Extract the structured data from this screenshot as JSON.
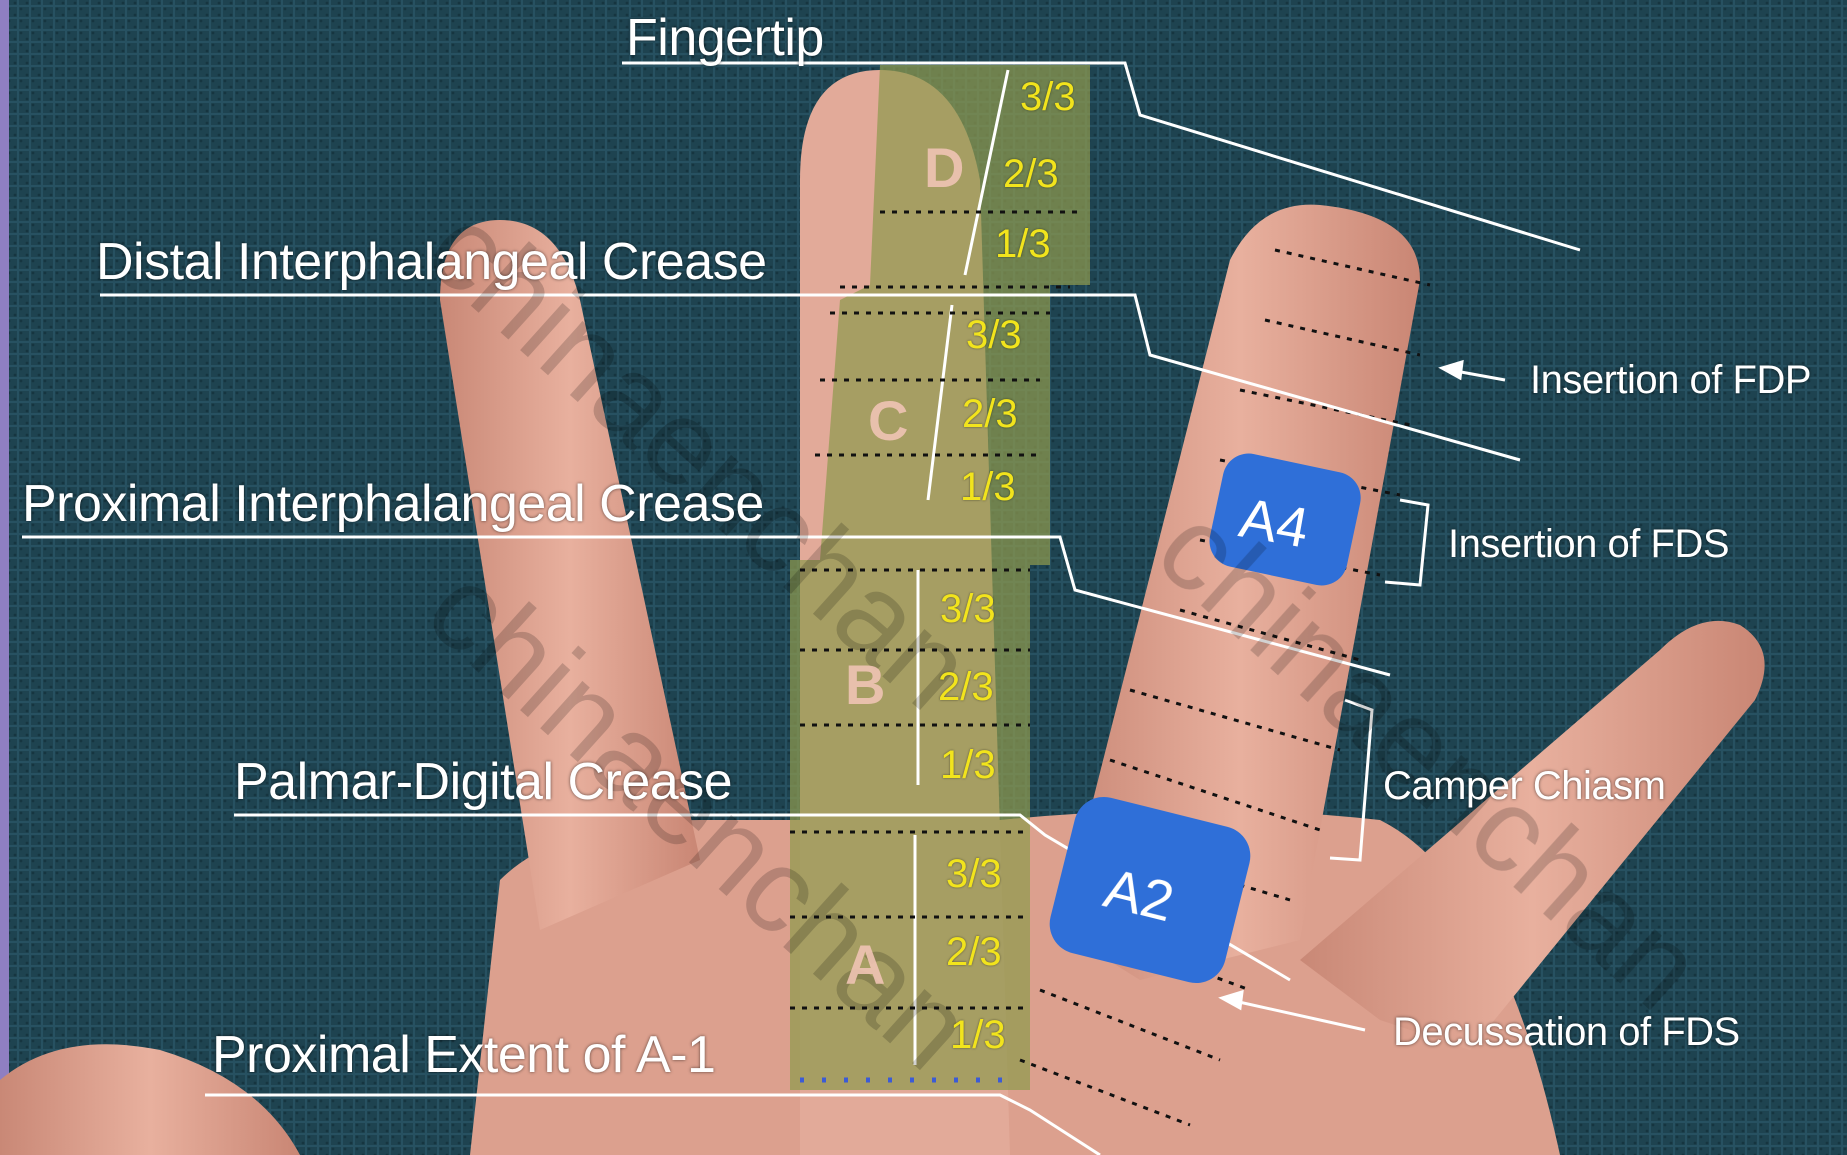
{
  "labels": {
    "fingertip": "Fingertip",
    "dip_crease": "Distal Interphalangeal Crease",
    "pip_crease": "Proximal Interphalangeal Crease",
    "palmar_digital_crease": "Palmar-Digital Crease",
    "proximal_a1": "Proximal Extent of A-1",
    "insertion_fdp": "Insertion of FDP",
    "insertion_fds": "Insertion of FDS",
    "camper_chiasm": "Camper Chiasm",
    "decussation_fds": "Decussation of FDS"
  },
  "zones": [
    "D",
    "C",
    "B",
    "A"
  ],
  "fractions": {
    "d": [
      "3/3",
      "2/3",
      "1/3"
    ],
    "c": [
      "3/3",
      "2/3",
      "1/3"
    ],
    "b": [
      "3/3",
      "2/3",
      "1/3"
    ],
    "a": [
      "3/3",
      "2/3",
      "1/3"
    ]
  },
  "pulleys": {
    "a4": "A4",
    "a2": "A2"
  },
  "watermark": "chinaenchan",
  "colors": {
    "background": "#1f4451",
    "skin": "#e3a796",
    "zone_overlay": "#9da25a",
    "fraction_text": "#f2e41c",
    "pulley": "#2f6fd8",
    "label_text": "#ffffff"
  }
}
